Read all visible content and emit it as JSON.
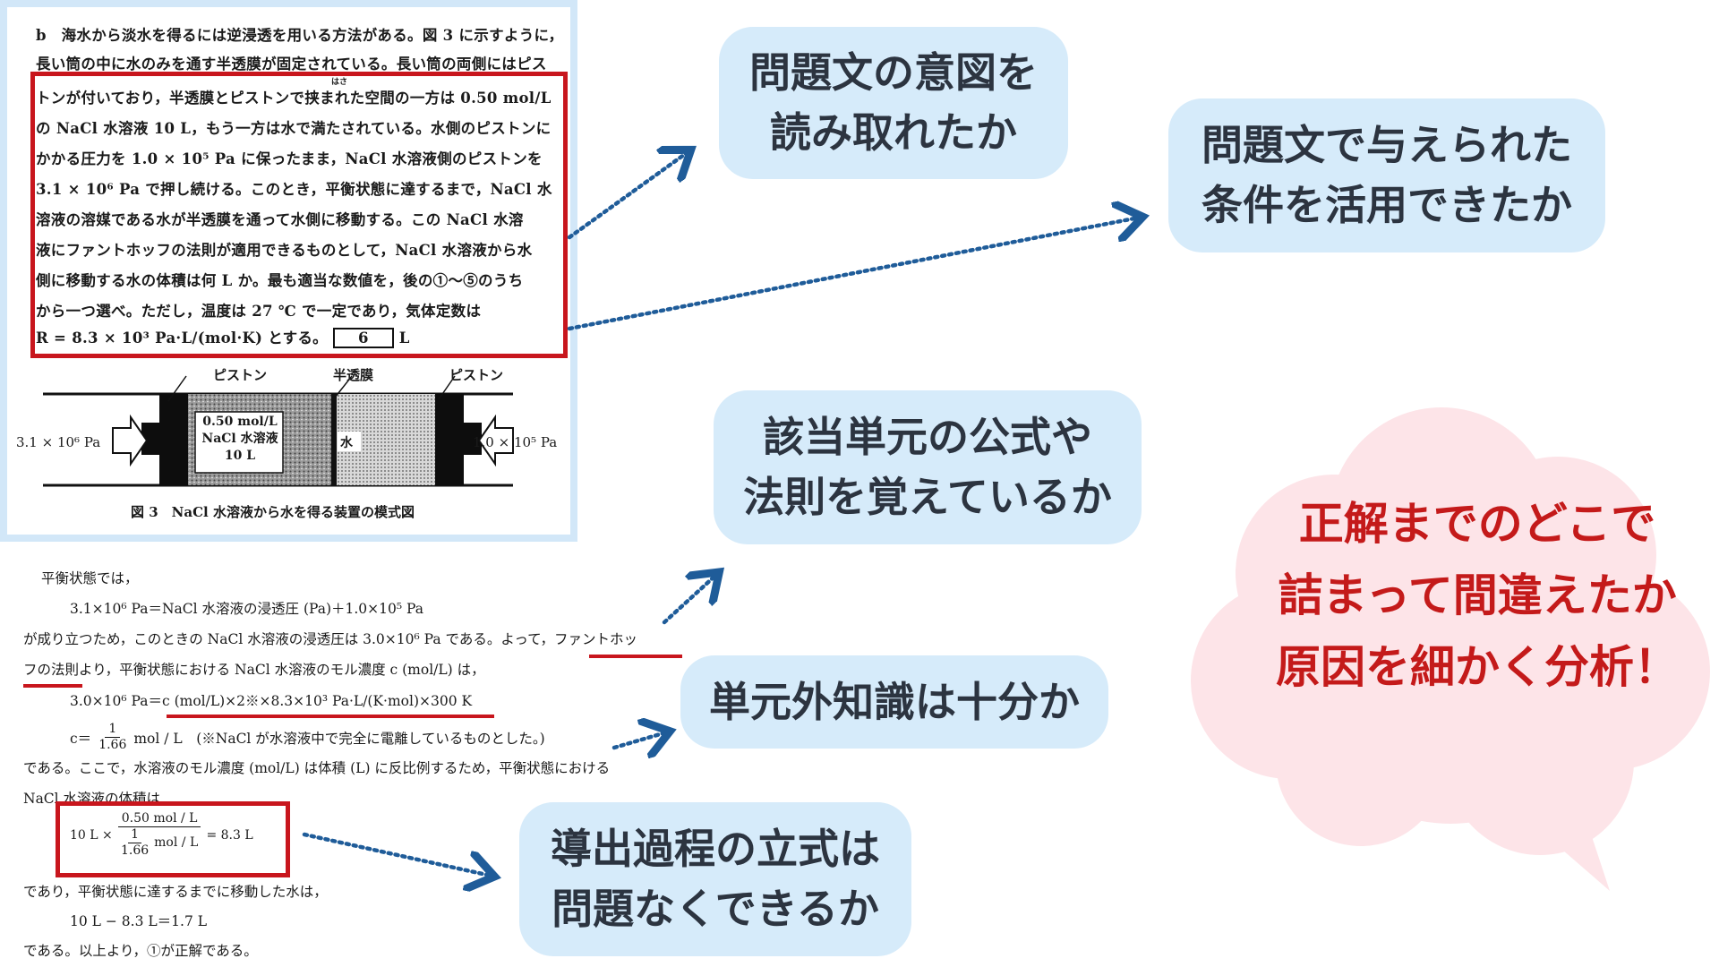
{
  "problem": {
    "lines": [
      "b　海水から淡水を得るには逆浸透を用いる方法がある。図 3 に示すように，",
      "長い筒の中に水のみを通す半透膜が固定されている。長い筒の両側にはピス",
      "トンが付いており，半透膜とピストンで挟まれた空間の一方は 0.50 mol/L",
      "の NaCl 水溶液 10 L，もう一方は水で満たされている。水側のピストンに",
      "かかる圧力を 1.0 × 10⁵ Pa に保ったまま，NaCl 水溶液側のピストンを",
      "3.1 × 10⁶ Pa で押し続ける。このとき，平衡状態に達するまで，NaCl 水",
      "溶液の溶媒である水が半透膜を通って水側に移動する。この NaCl 水溶",
      "液にファントホッフの法則が適用できるものとして，NaCl 水溶液から水",
      "側に移動する水の体積は何 L か。最も適当な数値を，後の①～⑤のうち",
      "から一つ選べ。ただし，温度は 27 ℃ で一定であり，気体定数は"
    ],
    "last_line_prefix": "R = 8.3 × 10³ Pa·L/(mol·K) とする。",
    "answer_box": "6",
    "last_line_suffix": "L",
    "ruby": "はさ"
  },
  "figure": {
    "piston_left_label": "ピストン",
    "membrane_label": "半透膜",
    "piston_right_label": "ピストン",
    "left_pressure": "3.1 × 10⁶ Pa",
    "right_pressure": "1.0 × 10⁵ Pa",
    "solution_line1": "0.50 mol/L",
    "solution_line2": "NaCl 水溶液",
    "solution_line3": "10 L",
    "water_label": "水",
    "caption": "図 3　NaCl 水溶液から水を得る装置の模式図"
  },
  "solution": {
    "l1": "平衡状態では，",
    "l2": "3.1×10⁶ Pa＝NaCl 水溶液の浸透圧 (Pa)＋1.0×10⁵ Pa",
    "l3": "が成り立つため，このときの NaCl 水溶液の浸透圧は 3.0×10⁶ Pa である。よって，ファントホッ",
    "l4": "フの法則より，平衡状態における NaCl 水溶液のモル濃度 c (mol/L) は，",
    "l5": "3.0×10⁶ Pa＝c (mol/L)×2※×8.3×10³ Pa·L/(K·mol)×300 K",
    "l6_left": "c＝",
    "l6_num": "1",
    "l6_den": "1.66",
    "l6_right": "mol / L　(※NaCl が水溶液中で完全に電離しているものとした。)",
    "l7": "である。ここで，水溶液のモル濃度 (mol/L) は体積 (L) に反比例するため，平衡状態における",
    "l8": "NaCl 水溶液の体積は",
    "f_left": "10 L ×",
    "f_num": "0.50  mol / L",
    "f_den_num": "1",
    "f_den_den": "1.66",
    "f_den_unit": "mol / L",
    "f_right": "= 8.3 L",
    "l9": "であり，平衡状態に達するまでに移動した水は，",
    "l10": "10 L − 8.3 L＝1.7 L",
    "l11": "である。以上より，①が正解である。"
  },
  "bubbles": {
    "intent": "問題文の意図を\n読み取れたか",
    "conditions": "問題文で与えられた\n条件を活用できたか",
    "formula": "該当単元の公式や\n法則を覚えているか",
    "outside": "単元外知識は十分か",
    "derivation": "導出過程の立式は\n問題なくできるか"
  },
  "cloud": {
    "line1": "正解までのどこで",
    "line2": "詰まって間違えたか",
    "line3": "原因を細かく分析！"
  },
  "colors": {
    "bubble_bg": "#d6ebfa",
    "highlight_red": "#c8161d",
    "cloud_pink": "#fde4e8",
    "cloud_text_red": "#c41a1a",
    "arrow_blue": "#1f5c99"
  }
}
